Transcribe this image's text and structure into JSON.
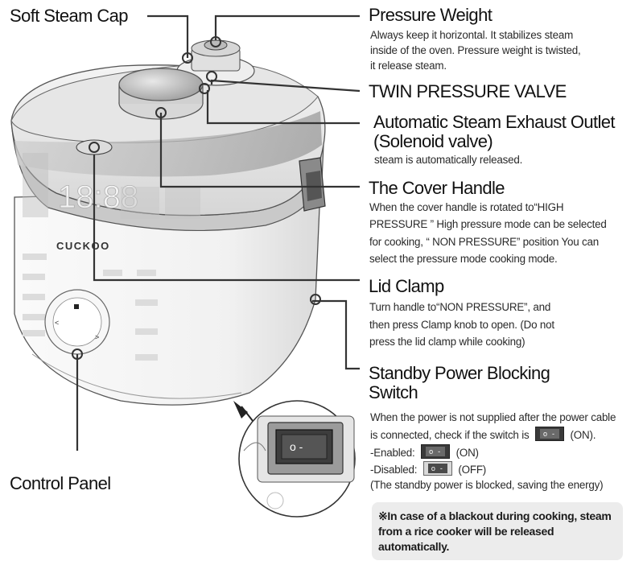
{
  "labels": {
    "soft_steam_cap": "Soft Steam Cap",
    "pressure_weight": "Pressure Weight",
    "pressure_weight_desc": [
      "Always keep it horizontal. It stabilizes steam",
      "inside of the oven. Pressure weight is twisted,",
      "it release steam."
    ],
    "twin_pressure_valve": "TWIN PRESSURE VALVE",
    "auto_steam_outlet": [
      "Automatic Steam Exhaust Outlet",
      "(Solenoid valve)"
    ],
    "auto_steam_outlet_desc": "steam is automatically released.",
    "cover_handle": "The Cover Handle",
    "cover_handle_desc": [
      "When the cover handle is rotated to“HIGH",
      "PRESSURE ” High pressure mode can be selected",
      "for cooking, “ NON PRESSURE” position You can",
      "select the pressure mode cooking mode."
    ],
    "lid_clamp": "Lid Clamp",
    "lid_clamp_desc": [
      "Turn handle to“NON PRESSURE”, and",
      "then press Clamp knob to open. (Do not",
      "press the lid clamp while cooking)"
    ],
    "standby_switch": [
      "Standby Power Blocking",
      "Switch"
    ],
    "standby_desc_1": "When the power is not supplied after the power cable",
    "standby_desc_2": "is connected, check if the switch is",
    "standby_desc_2_end": "(ON).",
    "enabled_label": "-Enabled:",
    "enabled_state": "(ON)",
    "disabled_label": "-Disabled:",
    "disabled_state": "(OFF)",
    "standby_desc_3": "(The standby power is blocked, saving the energy)",
    "control_panel": "Control Panel",
    "note": "※In case of a blackout during cooking, steam from a rice cooker will be released automatically."
  },
  "device": {
    "brand": "CUCKOO",
    "display_digits": "18:88",
    "switch_symbols": "o  -"
  }
}
